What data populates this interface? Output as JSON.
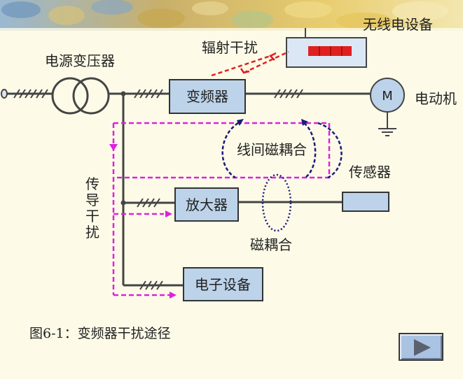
{
  "banner": {
    "title": "无线电设备"
  },
  "labels": {
    "transformer": "电源变压器",
    "radiation": "辐射干扰",
    "inverter": "变频器",
    "motor_symbol": "M",
    "motor": "电动机",
    "line_coupling": "线间磁耦合",
    "sensor": "传感器",
    "amplifier": "放大器",
    "magnetic_coupling": "磁耦合",
    "conduction": [
      "传",
      "导",
      "干",
      "扰"
    ],
    "electronic_device": "电子设备"
  },
  "caption": "图6-1：变频器干扰途径",
  "nav": {
    "next_icon": "play-triangle-icon"
  },
  "colors": {
    "box_fill": "#bcd3ea",
    "wire": "#444444",
    "conduction_path": "#dd22dd",
    "coupling_loop": "#1a1a7a",
    "radiation_arrow": "#e02020",
    "indicator": "#e02020"
  }
}
